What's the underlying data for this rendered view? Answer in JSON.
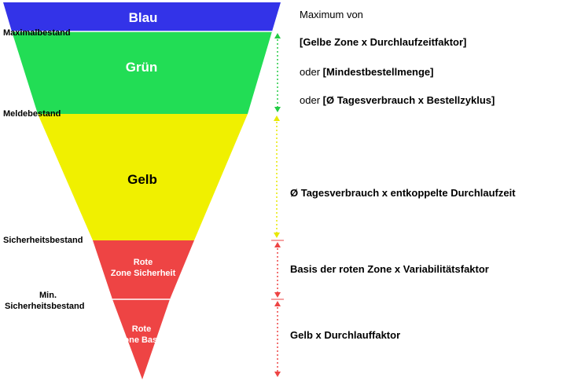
{
  "zones": {
    "blue": {
      "label": "Blau",
      "color": "#3333e8"
    },
    "green": {
      "label": "Grün",
      "color": "#22dd55"
    },
    "yellow": {
      "label": "Gelb",
      "color": "#f0f000"
    },
    "red_safety": {
      "line1": "Rote",
      "line2": "Zone Sicherheit",
      "color": "#ee4444"
    },
    "red_base": {
      "line1": "Rote",
      "line2": "Zone Basis",
      "color": "#ee4444"
    }
  },
  "levels": {
    "max": "Maximalbestand",
    "reorder": "Meldebestand",
    "safety": "Sicherheitsbestand",
    "min_line1": "Min.",
    "min_line2": "Sicherheitsbestand"
  },
  "formulas": {
    "green_intro": "Maximum von",
    "green_opt1": "[Gelbe Zone x Durchlaufzeitfaktor]",
    "green_opt2_prefix": "oder ",
    "green_opt2": "[Mindestbestellmenge]",
    "green_opt3_prefix": "oder ",
    "green_opt3": "[Ø Tagesverbrauch x Bestellzyklus]",
    "yellow": "Ø Tagesverbrauch x entkoppelte Durchlaufzeit",
    "red_safety": "Basis der roten Zone x Variabilitätsfaktor",
    "red_base": "Gelb x Durchlauffaktor"
  },
  "arrow_colors": {
    "green": "#22cc44",
    "yellow": "#e8e800",
    "red": "#ee4444"
  }
}
